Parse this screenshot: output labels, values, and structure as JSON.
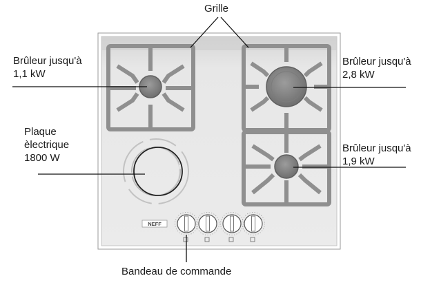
{
  "labels": {
    "grille": "Grille",
    "burner_small": [
      "Brûleur jusqu'à",
      "1,1 kW"
    ],
    "plate": [
      "Plaque",
      "èlectrique",
      "1800 W"
    ],
    "burner_large": [
      "Brûleur jusqu'à",
      "2,8 kW"
    ],
    "burner_medium": [
      "Brûleur jusqu'à",
      "1,9 kW"
    ],
    "control_panel": "Bandeau de commande"
  },
  "brand": "NEFF",
  "colors": {
    "hob_surface": "#e6e6e6",
    "grate": "#8f8f8f",
    "burner_cap": "#8a8a8a",
    "line": "#111111"
  }
}
